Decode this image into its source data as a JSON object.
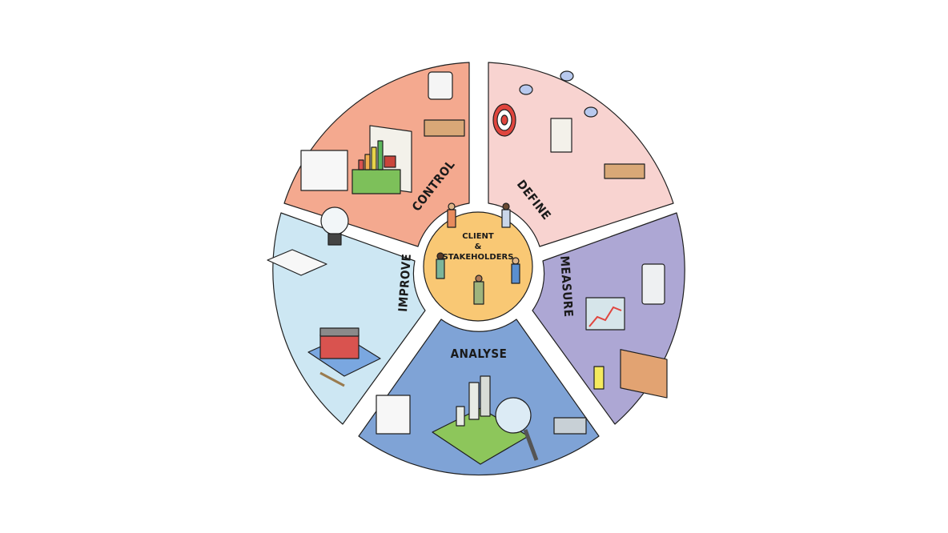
{
  "diagram": {
    "type": "cycle",
    "center": {
      "label_lines": [
        "CLIENT",
        "&",
        "STAKEHOLDERS"
      ],
      "color": "#F9C874"
    },
    "segments": [
      {
        "id": "control",
        "label": "CONTROL",
        "color": "#F4A98F"
      },
      {
        "id": "define",
        "label": "DEFINE",
        "color": "#F8D3D0"
      },
      {
        "id": "measure",
        "label": "MEASURE",
        "color": "#ADA7D4"
      },
      {
        "id": "analyse",
        "label": "ANALYSE",
        "color": "#7FA3D6"
      },
      {
        "id": "improve",
        "label": "IMPROVE",
        "color": "#CDE7F3"
      }
    ],
    "outline_color": "#1f1f1f",
    "background": "#FFFFFF"
  }
}
